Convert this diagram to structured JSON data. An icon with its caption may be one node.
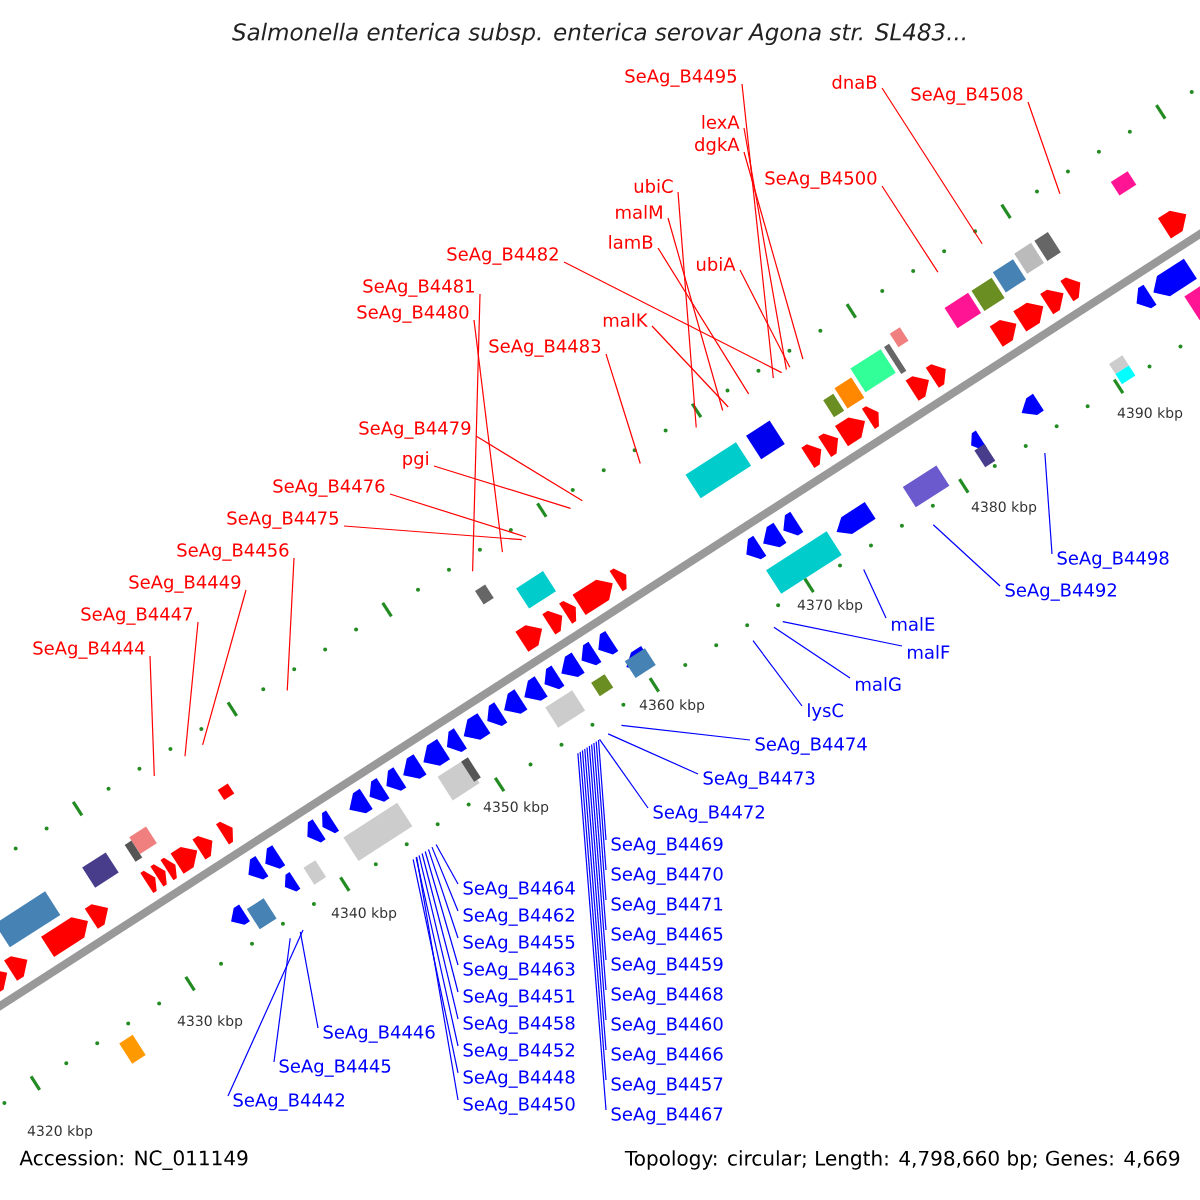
{
  "diagram": {
    "title": "Salmonella enterica subsp. enterica serovar Agona str. SL483...",
    "nodes": [
      {
        "text": [
          "SeAg_B4495"
        ]
      },
      {
        "text": [
          "dnaB"
        ]
      },
      {
        "text": [
          "SeAg_B4508"
        ]
      },
      {
        "text": [
          "lexA"
        ]
      },
      {
        "text": [
          "dgkA"
        ]
      },
      {
        "text": [
          "SeAg_B4500"
        ]
      },
      {
        "text": [
          "ubiC"
        ]
      },
      {
        "text": [
          "malM"
        ]
      },
      {
        "text": [
          "lamB"
        ]
      },
      {
        "text": [
          "SeAg_B4482"
        ]
      },
      {
        "text": [
          "ubiA"
        ]
      },
      {
        "text": [
          "SeAg_B4481"
        ]
      },
      {
        "text": [
          "SeAg_B4480"
        ]
      },
      {
        "text": [
          "malK"
        ]
      },
      {
        "text": [
          "SeAg_B4483"
        ]
      },
      {
        "text": [
          "SeAg_B4479"
        ]
      },
      {
        "text": [
          "pgi"
        ]
      },
      {
        "text": [
          "SeAg_B4476"
        ]
      },
      {
        "text": [
          "SeAg_B4475"
        ]
      },
      {
        "text": [
          "SeAg_B4456"
        ]
      },
      {
        "text": [
          "SeAg_B4449"
        ]
      },
      {
        "text": [
          "SeAg_B4447"
        ]
      },
      {
        "text": [
          "SeAg_B4444"
        ]
      },
      {
        "text": [
          "SeAg_B4498"
        ]
      },
      {
        "text": [
          "SeAg_B4492"
        ]
      },
      {
        "text": [
          "malE"
        ]
      },
      {
        "text": [
          "malF"
        ]
      },
      {
        "text": [
          "malG"
        ]
      },
      {
        "text": [
          "lysC"
        ]
      },
      {
        "text": [
          "SeAg_B4474"
        ]
      },
      {
        "text": [
          "SeAg_B4473"
        ]
      },
      {
        "text": [
          "SeAg_B4472"
        ]
      },
      {
        "text": [
          "SeAg_B4469"
        ]
      },
      {
        "text": [
          "SeAg_B4464"
        ]
      },
      {
        "text": [
          "SeAg_B4470"
        ]
      },
      {
        "text": [
          "SeAg_B4462"
        ]
      },
      {
        "text": [
          "SeAg_B4471"
        ]
      },
      {
        "text": [
          "SeAg_B4455"
        ]
      },
      {
        "text": [
          "SeAg_B4463"
        ]
      },
      {
        "text": [
          "SeAg_B4451"
        ]
      },
      {
        "text": [
          "SeAg_B4458"
        ]
      },
      {
        "text": [
          "SeAg_B4465"
        ]
      },
      {
        "text": [
          "SeAg_B4452"
        ]
      },
      {
        "text": [
          "SeAg_B4446"
        ]
      },
      {
        "text": [
          "SeAg_B4459"
        ]
      },
      {
        "text": [
          "SeAg_B4468"
        ]
      },
      {
        "text": [
          "SeAg_B4445"
        ]
      },
      {
        "text": [
          "SeAg_B4448"
        ]
      },
      {
        "text": [
          "SeAg_B4460"
        ]
      },
      {
        "text": [
          "SeAg_B4466"
        ]
      },
      {
        "text": [
          "SeAg_B4442"
        ]
      },
      {
        "text": [
          "SeAg_B4450"
        ]
      },
      {
        "text": [
          "SeAg_B4457"
        ]
      },
      {
        "text": [
          "SeAg_B4467"
        ]
      }
    ],
    "edges": [
      {
        "from": 0,
        "to": null,
        "arrow": "none",
        "color": "#ff0000"
      },
      {
        "from": 1,
        "to": null,
        "arrow": "none",
        "color": "#ff0000"
      },
      {
        "from": 2,
        "to": null,
        "arrow": "none",
        "color": "#ff0000"
      },
      {
        "from": 3,
        "to": null,
        "arrow": "none",
        "color": "#ff0000"
      },
      {
        "from": 4,
        "to": null,
        "arrow": "none",
        "color": "#ff0000"
      },
      {
        "from": 5,
        "to": null,
        "arrow": "none",
        "color": "#ff0000"
      },
      {
        "from": 6,
        "to": null,
        "arrow": "none",
        "color": "#ff0000"
      },
      {
        "from": 7,
        "to": null,
        "arrow": "none",
        "color": "#ff0000"
      },
      {
        "from": 8,
        "to": null,
        "arrow": "none",
        "color": "#ff0000"
      },
      {
        "from": 9,
        "to": null,
        "arrow": "none",
        "color": "#ff0000"
      },
      {
        "from": 10,
        "to": null,
        "arrow": "none",
        "color": "#ff0000"
      },
      {
        "from": 11,
        "to": null,
        "arrow": "none",
        "color": "#ff0000"
      },
      {
        "from": 12,
        "to": null,
        "arrow": "none",
        "color": "#ff0000"
      },
      {
        "from": 13,
        "to": null,
        "arrow": "none",
        "color": "#ff0000"
      },
      {
        "from": 14,
        "to": null,
        "arrow": "none",
        "color": "#ff0000"
      },
      {
        "from": 15,
        "to": null,
        "arrow": "none",
        "color": "#ff0000"
      },
      {
        "from": 16,
        "to": null,
        "arrow": "none",
        "color": "#ff0000"
      },
      {
        "from": 17,
        "to": null,
        "arrow": "none",
        "color": "#ff0000"
      },
      {
        "from": 18,
        "to": null,
        "arrow": "none",
        "color": "#ff0000"
      },
      {
        "from": 19,
        "to": null,
        "arrow": "none",
        "color": "#ff0000"
      },
      {
        "from": 20,
        "to": null,
        "arrow": "none",
        "color": "#ff0000"
      },
      {
        "from": 21,
        "to": null,
        "arrow": "none",
        "color": "#ff0000"
      },
      {
        "from": 22,
        "to": null,
        "arrow": "none",
        "color": "#ff0000"
      },
      {
        "from": 23,
        "to": null,
        "arrow": "none"
      },
      {
        "from": 24,
        "to": null,
        "arrow": "none"
      },
      {
        "from": 25,
        "to": null,
        "arrow": "none"
      },
      {
        "from": 26,
        "to": null,
        "arrow": "none"
      },
      {
        "from": 27,
        "to": null,
        "arrow": "none"
      },
      {
        "from": 28,
        "to": null,
        "arrow": "none"
      },
      {
        "from": 29,
        "to": null,
        "arrow": "none"
      },
      {
        "from": 30,
        "to": null,
        "arrow": "none"
      },
      {
        "from": 31,
        "to": null,
        "arrow": "none"
      },
      {
        "from": 32,
        "to": null,
        "arrow": "none"
      },
      {
        "from": 33,
        "to": null,
        "arrow": "none"
      },
      {
        "from": 34,
        "to": null,
        "arrow": "none"
      },
      {
        "from": 35,
        "to": null,
        "arrow": "none"
      },
      {
        "from": 36,
        "to": null,
        "arrow": "none"
      },
      {
        "from": 37,
        "to": null,
        "arrow": "none"
      },
      {
        "from": 38,
        "to": null,
        "arrow": "none"
      },
      {
        "from": 39,
        "to": null,
        "arrow": "none"
      },
      {
        "from": 40,
        "to": null,
        "arrow": "none"
      },
      {
        "from": 41,
        "to": null,
        "arrow": "none"
      },
      {
        "from": 42,
        "to": null,
        "arrow": "none"
      },
      {
        "from": 43,
        "to": null,
        "arrow": "none"
      },
      {
        "from": 44,
        "to": null,
        "arrow": "none"
      },
      {
        "from": 45,
        "to": null,
        "arrow": "none"
      },
      {
        "from": 46,
        "to": null,
        "arrow": "none"
      },
      {
        "from": 47,
        "to": null,
        "arrow": "none"
      },
      {
        "from": 48,
        "to": null,
        "arrow": "none"
      },
      {
        "from": 49,
        "to": null,
        "arrow": "none"
      },
      {
        "from": 50,
        "to": null,
        "arrow": "none"
      },
      {
        "from": 51,
        "to": null,
        "arrow": "none"
      },
      {
        "from": 52,
        "to": null,
        "arrow": "none"
      },
      {
        "from": 53,
        "to": null,
        "arrow": "none"
      }
    ],
    "labels": [
      "4390 kbp",
      "4380 kbp",
      "4370 kbp",
      "4360 kbp",
      "4350 kbp",
      "4340 kbp",
      "4330 kbp",
      "4320 kbp",
      "Accession: NC_011149",
      "Topology: circular; Length: 4,798,660 bp; Genes: 4,669"
    ]
  }
}
